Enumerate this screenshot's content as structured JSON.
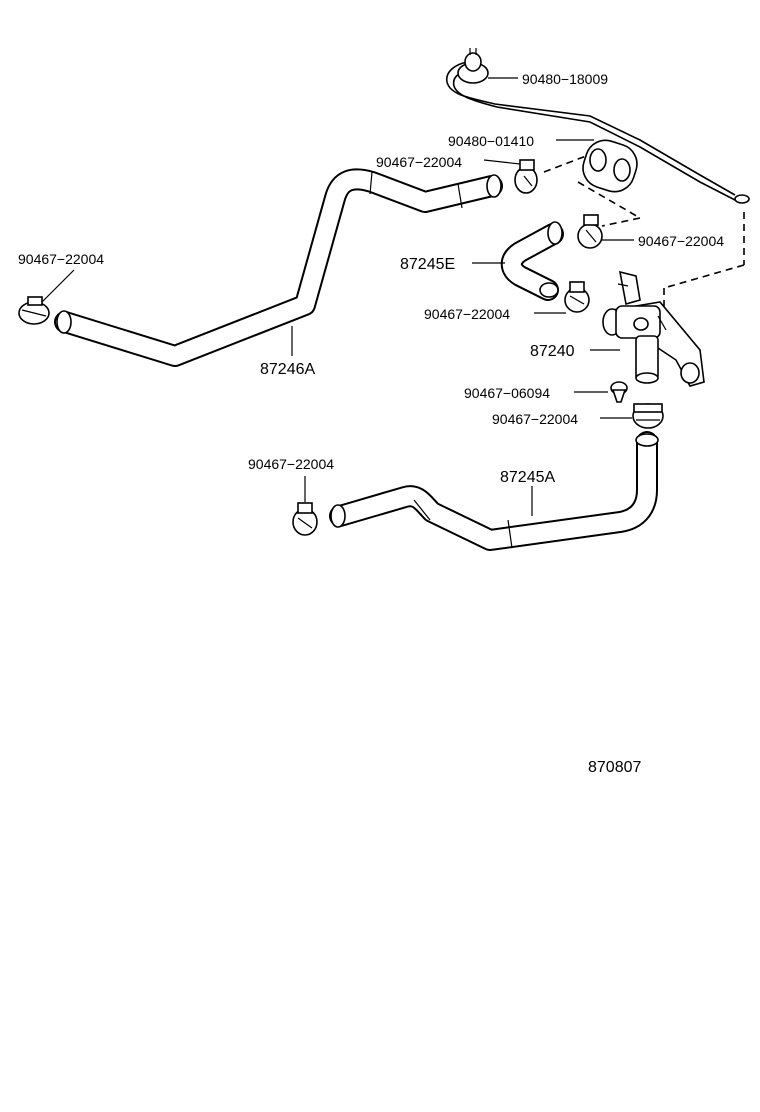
{
  "labels": {
    "l_90480_18009": "90480−18009",
    "l_90480_01410": "90480−01410",
    "l_90467_22004_a": "90467−22004",
    "l_90467_22004_left": "90467−22004",
    "l_90467_22004_right": "90467−22004",
    "l_87245E": "87245E",
    "l_90467_22004_mid": "90467−22004",
    "l_87240": "87240",
    "l_87246A": "87246A",
    "l_90467_06094": "90467−06094",
    "l_90467_22004_low": "90467−22004",
    "l_90467_22004_bottom": "90467−22004",
    "l_87245A": "87245A",
    "figure_code": "870807"
  }
}
